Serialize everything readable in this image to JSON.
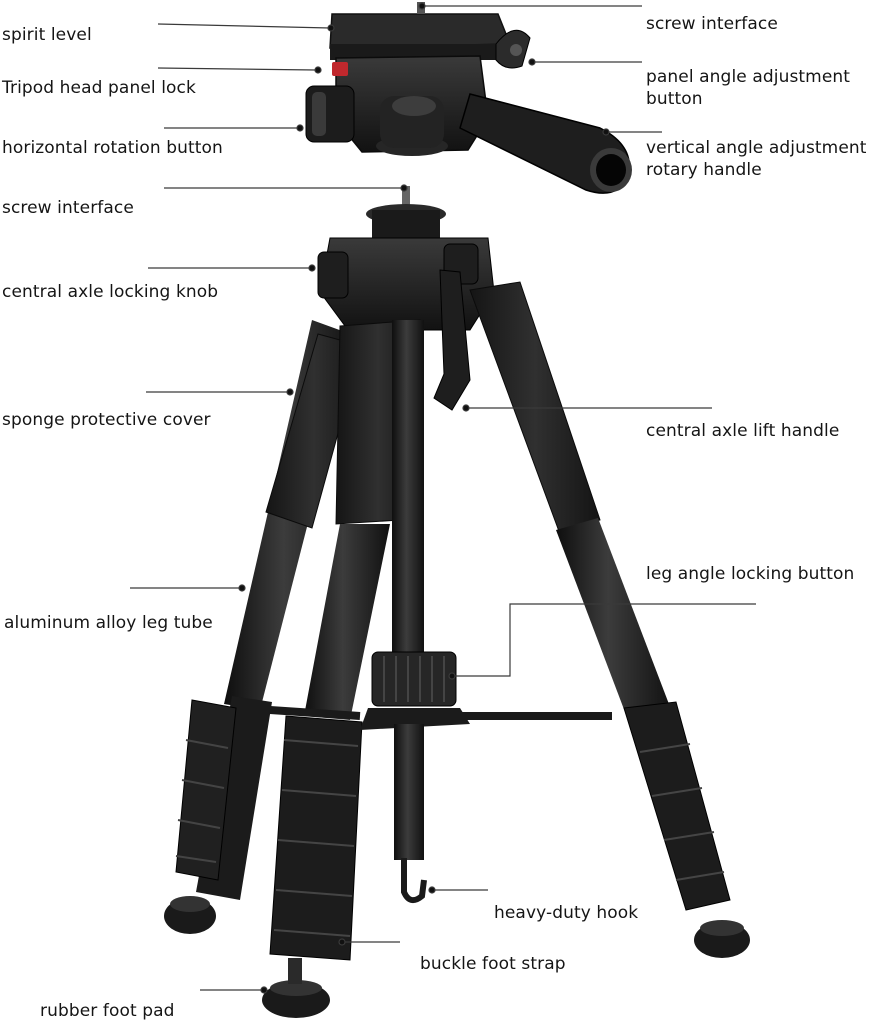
{
  "labels": {
    "spirit_level": "spirit level",
    "head_panel_lock": "Tripod head panel lock",
    "horizontal_rotation_button": "horizontal rotation button",
    "screw_interface_lower": "screw interface",
    "central_axle_locking_knob": "central axle locking knob",
    "sponge_protective_cover": "sponge protective cover",
    "aluminum_alloy_leg_tube": "aluminum alloy leg tube",
    "rubber_foot_pad": "rubber foot pad",
    "screw_interface_top": "screw interface",
    "panel_angle_adjustment": "panel angle adjustment button",
    "vertical_angle_handle": "vertical angle adjustment rotary handle",
    "central_axle_lift_handle": "central axle lift handle",
    "leg_angle_locking_button": "leg angle locking button",
    "heavy_duty_hook": "heavy-duty hook",
    "buckle_foot_strap": "buckle foot strap"
  },
  "colors": {
    "body": "#1c1c1c",
    "sponge": "#262626",
    "metal": "#2e2e2e",
    "highlight": "#555555",
    "lock_accent": "#c0282d",
    "leader": "#3a3a3a"
  }
}
